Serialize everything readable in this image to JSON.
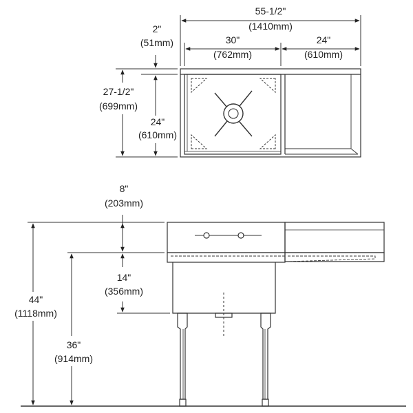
{
  "diagram": {
    "top_view": {
      "overall_width": {
        "imperial": "55-1/2\"",
        "metric": "(1410mm)"
      },
      "bowl_width": {
        "imperial": "30\"",
        "metric": "(762mm)"
      },
      "drainboard_width": {
        "imperial": "24\"",
        "metric": "(610mm)"
      },
      "backsplash_depth": {
        "imperial": "2\"",
        "metric": "(51mm)"
      },
      "overall_depth": {
        "imperial": "27-1/2\"",
        "metric": "(699mm)"
      },
      "bowl_depth": {
        "imperial": "24\"",
        "metric": "(610mm)"
      }
    },
    "front_view": {
      "backsplash_height": {
        "imperial": "8\"",
        "metric": "(203mm)"
      },
      "bowl_height": {
        "imperial": "14\"",
        "metric": "(356mm)"
      },
      "overall_height": {
        "imperial": "44\"",
        "metric": "(1118mm)"
      },
      "work_height": {
        "imperial": "36\"",
        "metric": "(914mm)"
      }
    }
  }
}
